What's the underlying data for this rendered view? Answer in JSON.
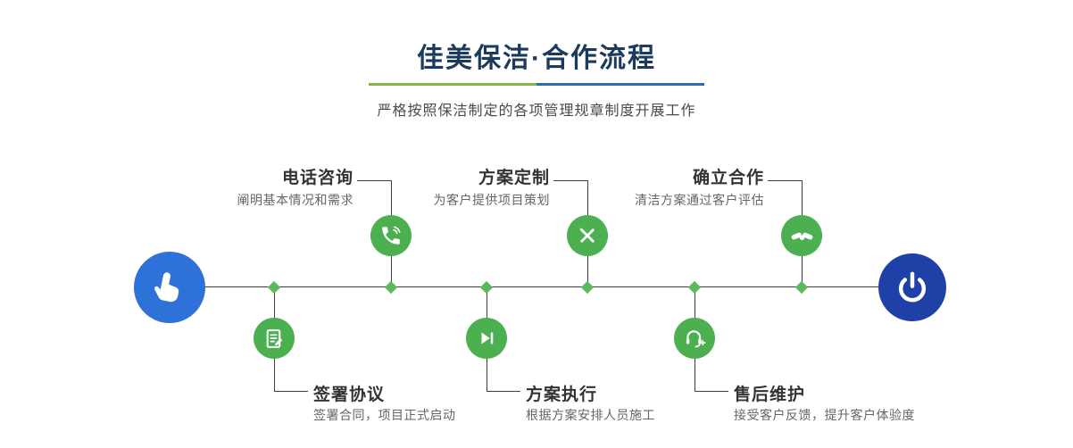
{
  "header": {
    "title": "佳美保洁·合作流程",
    "subtitle": "严格按照保洁制定的各项管理规章制度开展工作"
  },
  "colors": {
    "title_navy": "#1b3a5c",
    "accent_green": "#4caf50",
    "diamond_green": "#5cb85c",
    "divider_green": "#82b541",
    "divider_blue": "#2e6bb5",
    "start_blue": "#2d71d9",
    "end_blue": "#1f40a6",
    "line": "#3f3f3f"
  },
  "timeline": {
    "start_icon": "hand-pointer-icon",
    "end_icon": "power-icon"
  },
  "steps": {
    "top": [
      {
        "title": "电话咨询",
        "desc": "阐明基本情况和需求",
        "icon": "phone-icon"
      },
      {
        "title": "方案定制",
        "desc": "为客户提供项目策划",
        "icon": "design-icon"
      },
      {
        "title": "确立合作",
        "desc": "清洁方案通过客户评估",
        "icon": "handshake-icon"
      }
    ],
    "bottom": [
      {
        "title": "签署协议",
        "desc": "签署合同，项目正式启动",
        "icon": "contract-icon"
      },
      {
        "title": "方案执行",
        "desc": "根据方案安排人员施工",
        "icon": "play-icon"
      },
      {
        "title": "售后维护",
        "desc": "接受客户反馈，提升客户体验度",
        "icon": "headset-icon"
      }
    ]
  }
}
